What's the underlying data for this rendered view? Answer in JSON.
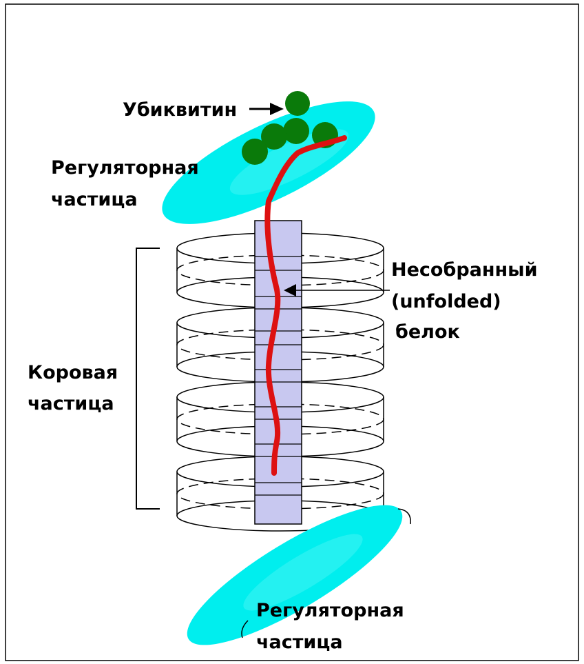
{
  "labels": {
    "ubiquitin": "Убиквитин",
    "regulatory_top_line1": "Регуляторная",
    "regulatory_top_line2": "частица",
    "unfolded_line1": "Несобранный",
    "unfolded_line2": "(unfolded)",
    "unfolded_line3": "белок",
    "core_line1": "Коровая",
    "core_line2": "частица",
    "regulatory_bottom_line1": "Регуляторная",
    "regulatory_bottom_line2": "частица"
  },
  "colors": {
    "regulatory_particle": "#00eeee",
    "ubiquitin": "#0a7a0a",
    "protein_chain": "#dd1111",
    "channel": "#c8c8f0",
    "outline": "#000000"
  },
  "core": {
    "ring_count": 4
  }
}
